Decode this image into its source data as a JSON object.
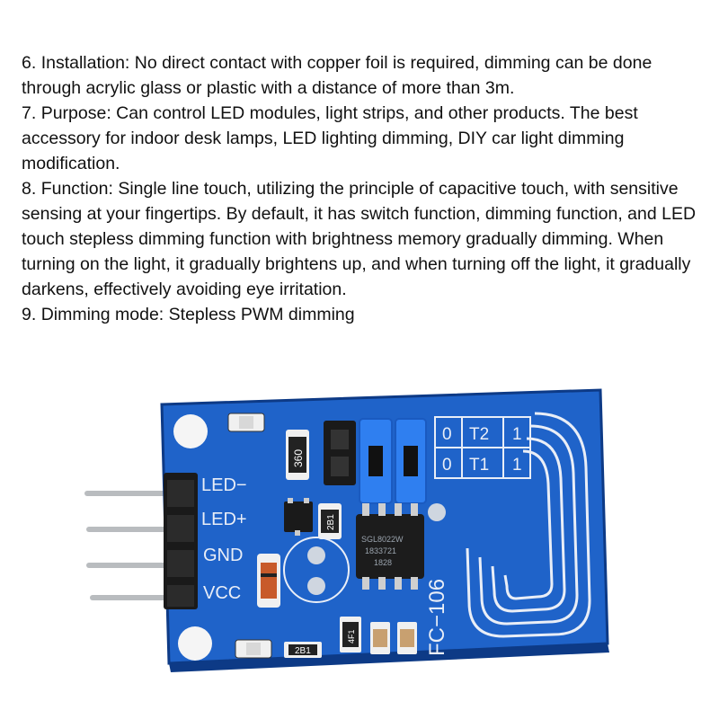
{
  "spec_items": [
    {
      "number": "6.",
      "text": "Installation: No direct contact with copper foil is required, dimming can be done through acrylic glass or plastic with a distance of more than 3m."
    },
    {
      "number": "7.",
      "text": "Purpose: Can control LED modules, light strips, and other products. The best accessory for indoor desk lamps, LED lighting dimming, DIY car light dimming modification."
    },
    {
      "number": "8.",
      "text": "Function: Single line touch, utilizing the principle of capacitive touch, with sensitive sensing at your fingertips. By default, it has switch function, dimming function, and LED touch stepless dimming function with brightness memory gradually dimming. When turning on the light, it gradually brightens up, and when turning off the light, it gradually darkens, effectively avoiding eye irritation."
    },
    {
      "number": "9.",
      "text": "Dimming mode: Stepless PWM dimming"
    }
  ],
  "board": {
    "pin_labels": [
      "LED−",
      "LED+",
      "GND",
      "VCC"
    ],
    "model_label": "FC−106",
    "jumper_table": [
      {
        "left": "0",
        "name": "T2",
        "right": "1"
      },
      {
        "left": "0",
        "name": "T1",
        "right": "1"
      }
    ],
    "resistor_label": "360",
    "ic_lines": [
      "SGL8022W",
      "1833721",
      "1828"
    ],
    "small_part_labels": [
      "2B1",
      "2B1",
      "4F1"
    ]
  },
  "colors": {
    "pcb": "#1f63c9",
    "pcb_dark": "#154ea8",
    "pcb_edge": "#0d3a86",
    "silk": "#e9eef7",
    "jumper": "#2f7ff0",
    "header": "#1a1a1a",
    "pin": "#b9bcbf"
  }
}
